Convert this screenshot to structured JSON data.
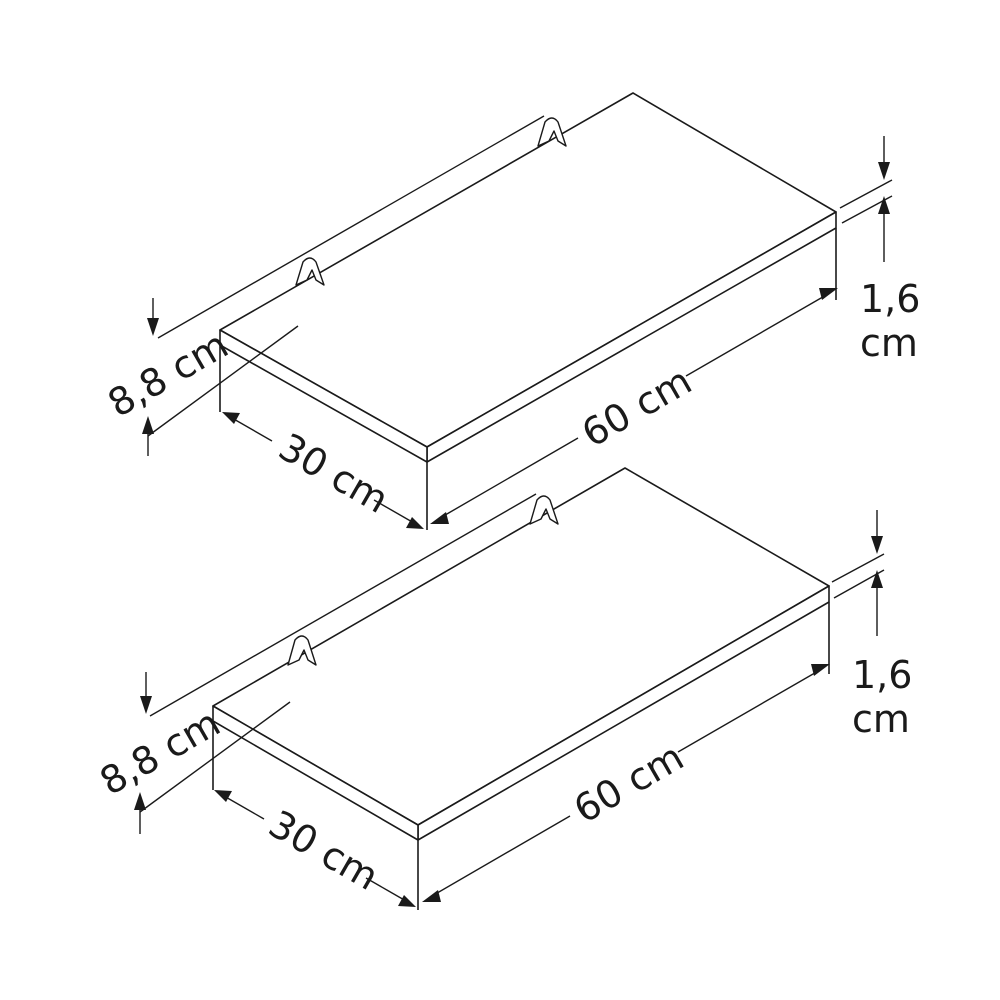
{
  "shelves": [
    {
      "width_label": "60 cm",
      "depth_label": "30 cm",
      "height_label": "8,8 cm",
      "thickness_label_line1": "1,6",
      "thickness_label_line2": "cm"
    },
    {
      "width_label": "60 cm",
      "depth_label": "30 cm",
      "height_label": "8,8 cm",
      "thickness_label_line1": "1,6",
      "thickness_label_line2": "cm"
    }
  ],
  "colors": {
    "line": "#1a1a1a",
    "background": "#ffffff"
  }
}
